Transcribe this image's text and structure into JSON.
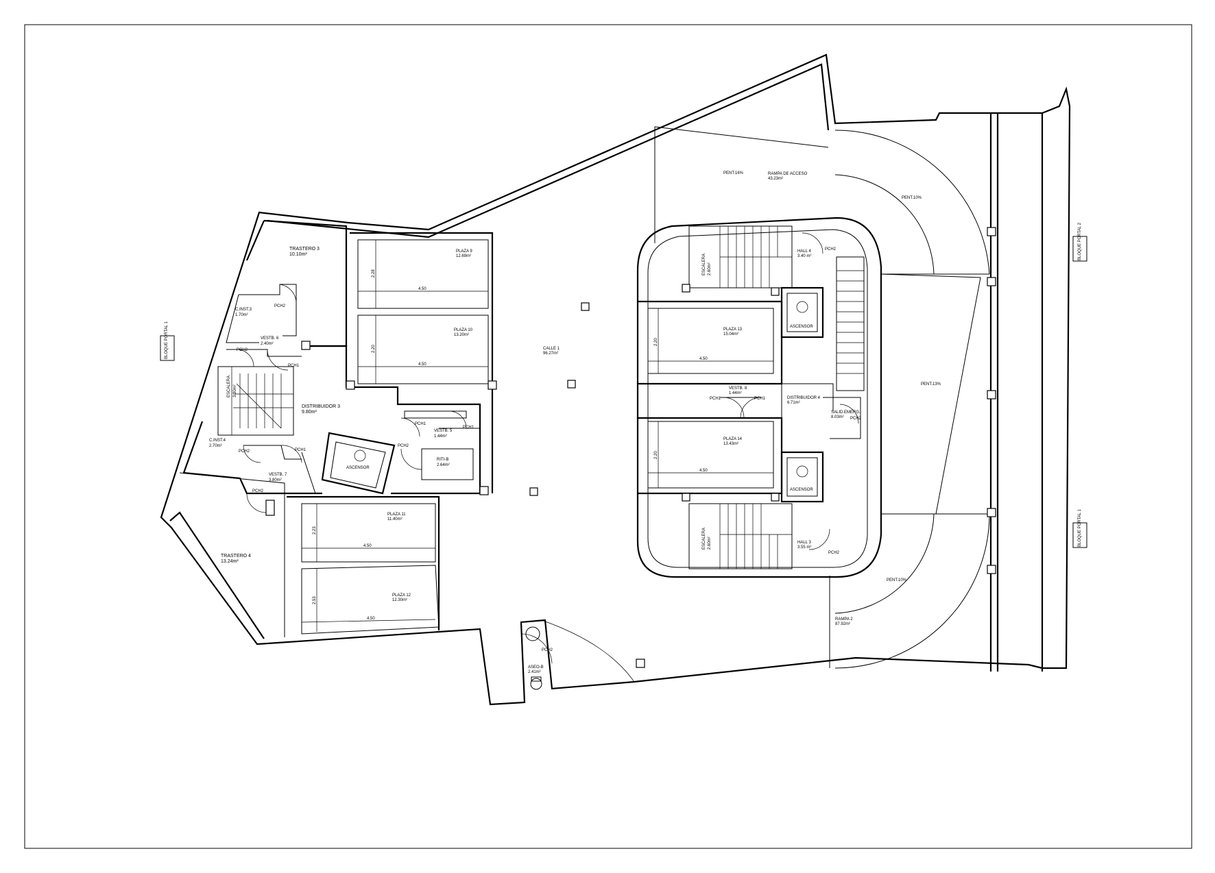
{
  "rooms": {
    "trastero3": {
      "name": "TRASTERO 3",
      "area": "10.10m²"
    },
    "trastero4": {
      "name": "TRASTERO 4",
      "area": "13.24m²"
    },
    "cinst3": {
      "name": "C.INST.3",
      "area": "1.70m²"
    },
    "cinst4": {
      "name": "C.INST.4",
      "area": "2.70m²"
    },
    "vestb6": {
      "name": "VESTB. 6",
      "area": "2.40m²"
    },
    "vestb7": {
      "name": "VESTB. 7",
      "area": "3.80m²"
    },
    "vestb5": {
      "name": "VESTB. 5",
      "area": "1.44m²"
    },
    "vestb8": {
      "name": "VESTB. 8",
      "area": "1.44m²"
    },
    "escalera_left": {
      "name": "ESCALERA",
      "area": "3.30m²"
    },
    "escalera_top": {
      "name": "ESCALERA",
      "area": "2.60m²"
    },
    "escalera_bottom": {
      "name": "ESCALERA",
      "area": "2.60m²"
    },
    "distribuidor3": {
      "name": "DISTRIBUIDOR 3",
      "area": "9.80m²"
    },
    "distribuidor4": {
      "name": "DISTRIBUIDOR 4",
      "area": "6.71m²"
    },
    "riti": {
      "name": "RITI-B",
      "area": "2.64m²"
    },
    "plaza9": {
      "name": "PLAZA 9",
      "area": "12.69m²"
    },
    "plaza10": {
      "name": "PLAZA 10",
      "area": "13.20m²"
    },
    "plaza11": {
      "name": "PLAZA 11",
      "area": "11.40m²"
    },
    "plaza12": {
      "name": "PLAZA 12",
      "area": "12.30m²"
    },
    "plaza13": {
      "name": "PLAZA 13",
      "area": "15.04m²"
    },
    "plaza14": {
      "name": "PLAZA 14",
      "area": "13.43m²"
    },
    "calle1": {
      "name": "CALLE 1",
      "area": "96.27m²"
    },
    "rampa_acceso": {
      "name": "RAMPA DE ACCESO",
      "area": "43.23m²"
    },
    "rampa2": {
      "name": "RAMPA 2",
      "area": "87.92m²"
    },
    "hall4": {
      "name": "HALL 4",
      "area": "3.40 m²"
    },
    "hall3": {
      "name": "HALL 3",
      "area": "3.55 m²"
    },
    "aseo": {
      "name": "ASEO-B",
      "area": "2.41m²"
    },
    "salida": {
      "name": "SALID.EMERG.",
      "area": "8.03m²"
    }
  },
  "labels": {
    "ascensor": "ASCENSOR",
    "pch1": "PCH1",
    "pch2": "PCH2",
    "pent16": "PENT.16%",
    "pent10": "PENT.10%",
    "pent13": "PENT.13%",
    "bloque_portal_1": "BLOQUE PORTAL 1",
    "bloque_portal_2": "BLOQUE PORTAL 2"
  },
  "dimensions": {
    "plaza_length": "4.50",
    "plaza9_width": "2.28",
    "plaza10_width": "2.20",
    "plaza11_width": "2.23",
    "plaza12_width": "2.53",
    "plaza13_width": "2.20",
    "plaza14_width": "2.20"
  }
}
